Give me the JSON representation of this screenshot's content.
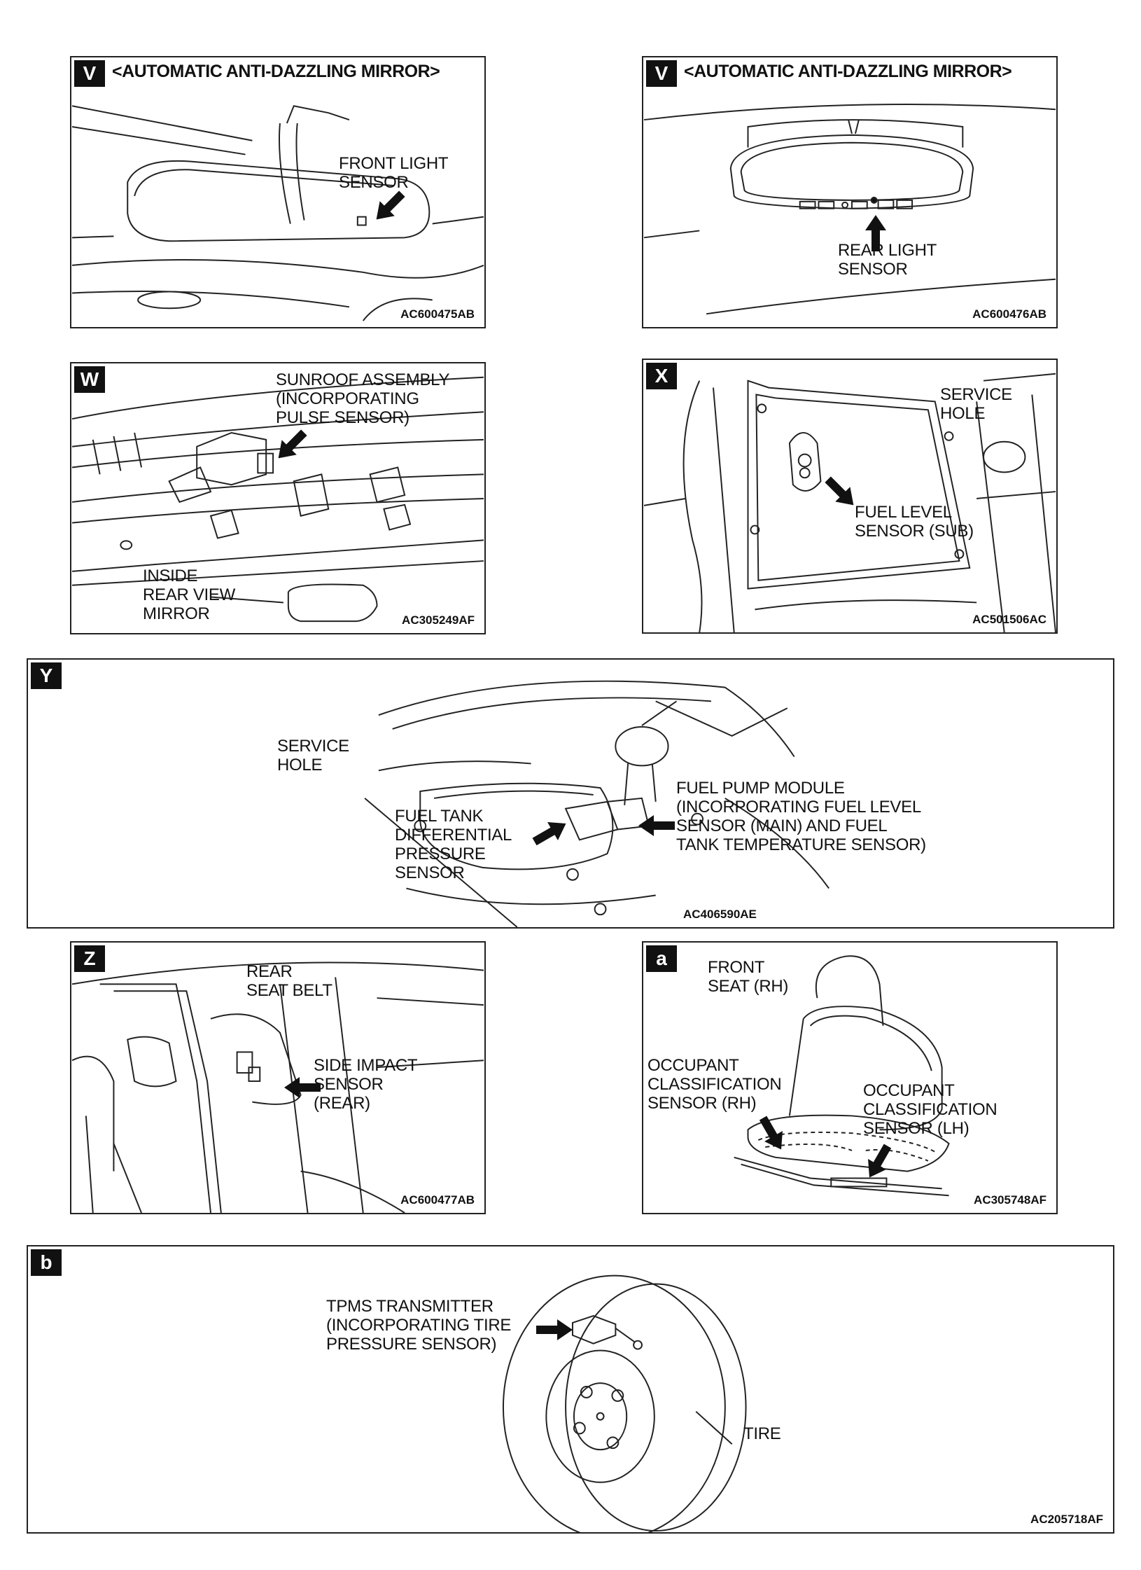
{
  "panels": [
    {
      "id": "V1",
      "badge": "V",
      "title": "<AUTOMATIC ANTI-DAZZLING MIRROR>",
      "labels": [
        "FRONT LIGHT\nSENSOR"
      ],
      "code": "AC600475AB"
    },
    {
      "id": "V2",
      "badge": "V",
      "title": "<AUTOMATIC ANTI-DAZZLING MIRROR>",
      "labels": [
        "REAR LIGHT\nSENSOR"
      ],
      "code": "AC600476AB"
    },
    {
      "id": "W",
      "badge": "W",
      "labels": [
        "SUNROOF ASSEMBLY\n(INCORPORATING\nPULSE SENSOR)",
        "INSIDE\nREAR VIEW\nMIRROR"
      ],
      "code": "AC305249AF"
    },
    {
      "id": "X",
      "badge": "X",
      "labels": [
        "SERVICE\nHOLE",
        "FUEL LEVEL\nSENSOR (SUB)"
      ],
      "code": "AC501506AC"
    },
    {
      "id": "Y",
      "badge": "Y",
      "labels": [
        "SERVICE\nHOLE",
        "FUEL PUMP MODULE\n(INCORPORATING FUEL LEVEL\nSENSOR (MAIN) AND FUEL\nTANK TEMPERATURE SENSOR)",
        "FUEL TANK\nDIFFERENTIAL\nPRESSURE\nSENSOR"
      ],
      "code": "AC406590AE"
    },
    {
      "id": "Z",
      "badge": "Z",
      "labels": [
        "REAR\nSEAT BELT",
        "SIDE IMPACT\nSENSOR\n(REAR)"
      ],
      "code": "AC600477AB"
    },
    {
      "id": "a",
      "badge": "a",
      "labels": [
        "FRONT\nSEAT (RH)",
        "OCCUPANT\nCLASSIFICATION\nSENSOR (RH)",
        "OCCUPANT\nCLASSIFICATION\nSENSOR (LH)"
      ],
      "code": "AC305748AF"
    },
    {
      "id": "b",
      "badge": "b",
      "labels": [
        "TPMS TRANSMITTER\n(INCORPORATING TIRE\nPRESSURE SENSOR)",
        "TIRE"
      ],
      "code": "AC205718AF"
    }
  ],
  "icons": {
    "callout": "arrow-icon"
  }
}
